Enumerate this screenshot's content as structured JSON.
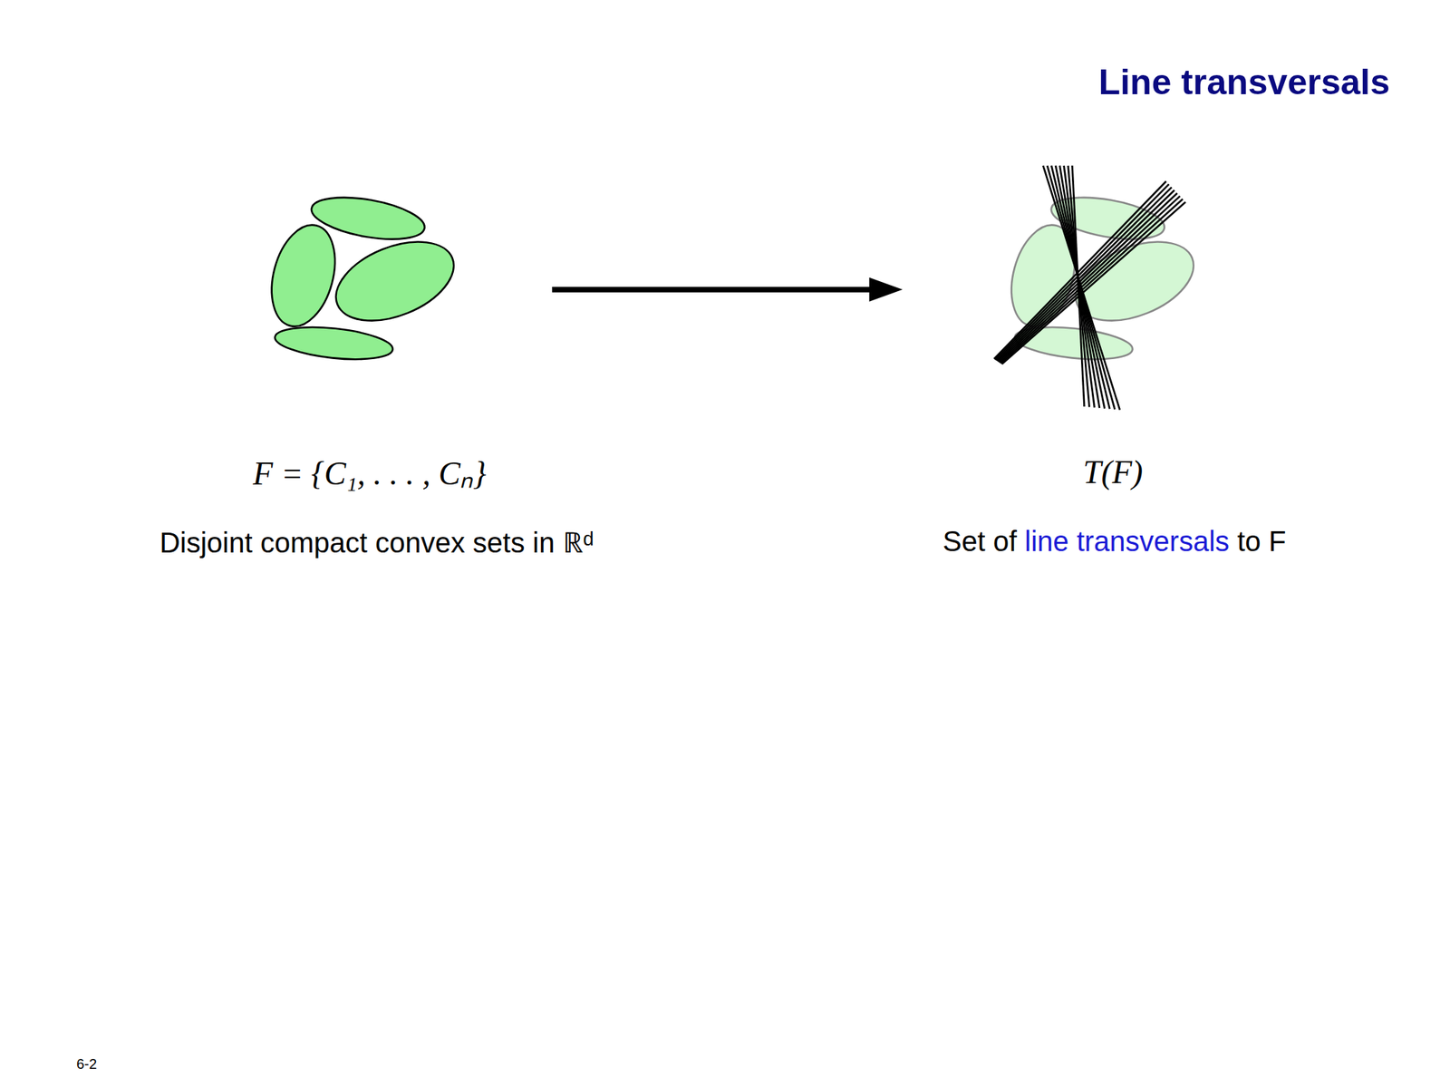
{
  "diagram": {
    "title": "Line transversals",
    "labels": [
      "F = {C₁, . . . , Cₙ}",
      "Disjoint compact convex sets in ℝᵈ",
      "T(F)",
      "Set of",
      "line transversals",
      "to F",
      "6-2"
    ]
  }
}
